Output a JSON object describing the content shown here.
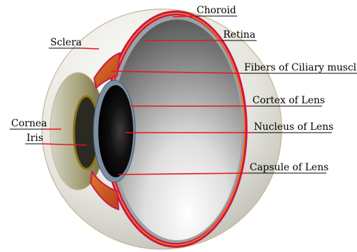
{
  "labels": {
    "choroid": "Choroid",
    "retina": "Retina",
    "sclera": "Sclera",
    "ciliary": "Fibers of Ciliary muscle",
    "cortex": "Cortex of Lens",
    "cornea": "Cornea",
    "nucleus": "Nucleus of Lens",
    "iris": "Iris",
    "capsule": "Capsule of Lens"
  },
  "colors": {
    "leader_line": "#e8141c",
    "underline": "#000000",
    "retina": "#c8184e",
    "choroid": "#ff8a00",
    "ciliary_muscle": "#d9622a",
    "iris": "#8a7418",
    "lens_rim": "#7b8ea3",
    "lens_core": "#000000"
  }
}
